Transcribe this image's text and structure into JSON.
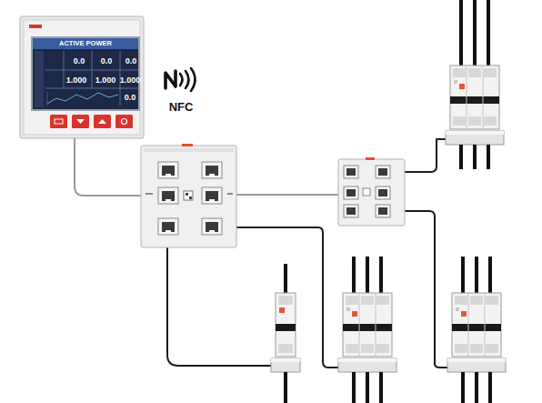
{
  "diagram": {
    "nodes": [
      {
        "text": [
          "ACTIVE POWER"
        ]
      }
    ],
    "labels": [
      "0.0",
      "0.0",
      "0.0",
      "1.000",
      "1.000",
      "1.000",
      "0.0",
      "NFC"
    ]
  }
}
